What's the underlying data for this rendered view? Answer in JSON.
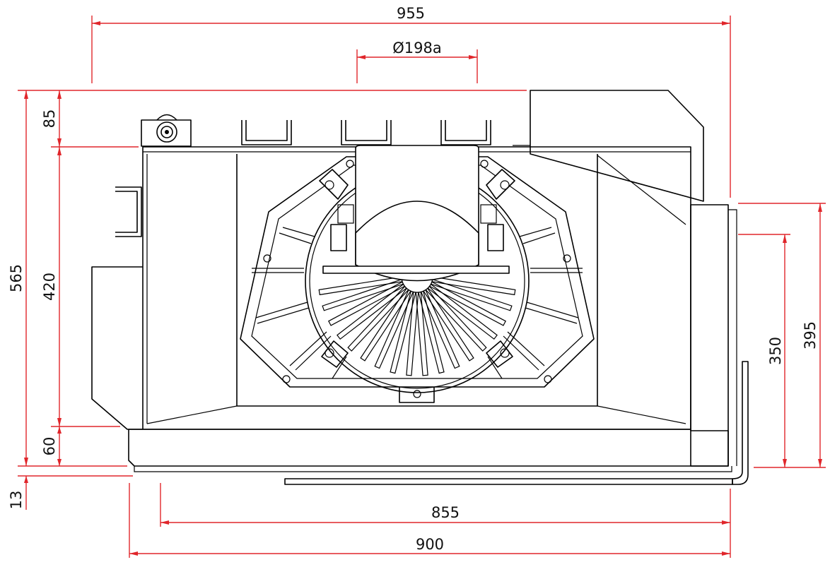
{
  "colors": {
    "dimension": "#e0262b",
    "outline": "#000000",
    "background": "#ffffff"
  },
  "dimensions": {
    "overall_width": "955",
    "fan_diameter": "Ø198a",
    "inner_width": "855",
    "base_width": "900",
    "overall_height": "565",
    "top_offset": "85",
    "body_height": "420",
    "base_height": "60",
    "foot_height": "13",
    "side_height_inner": "350",
    "side_height_outer": "395"
  }
}
